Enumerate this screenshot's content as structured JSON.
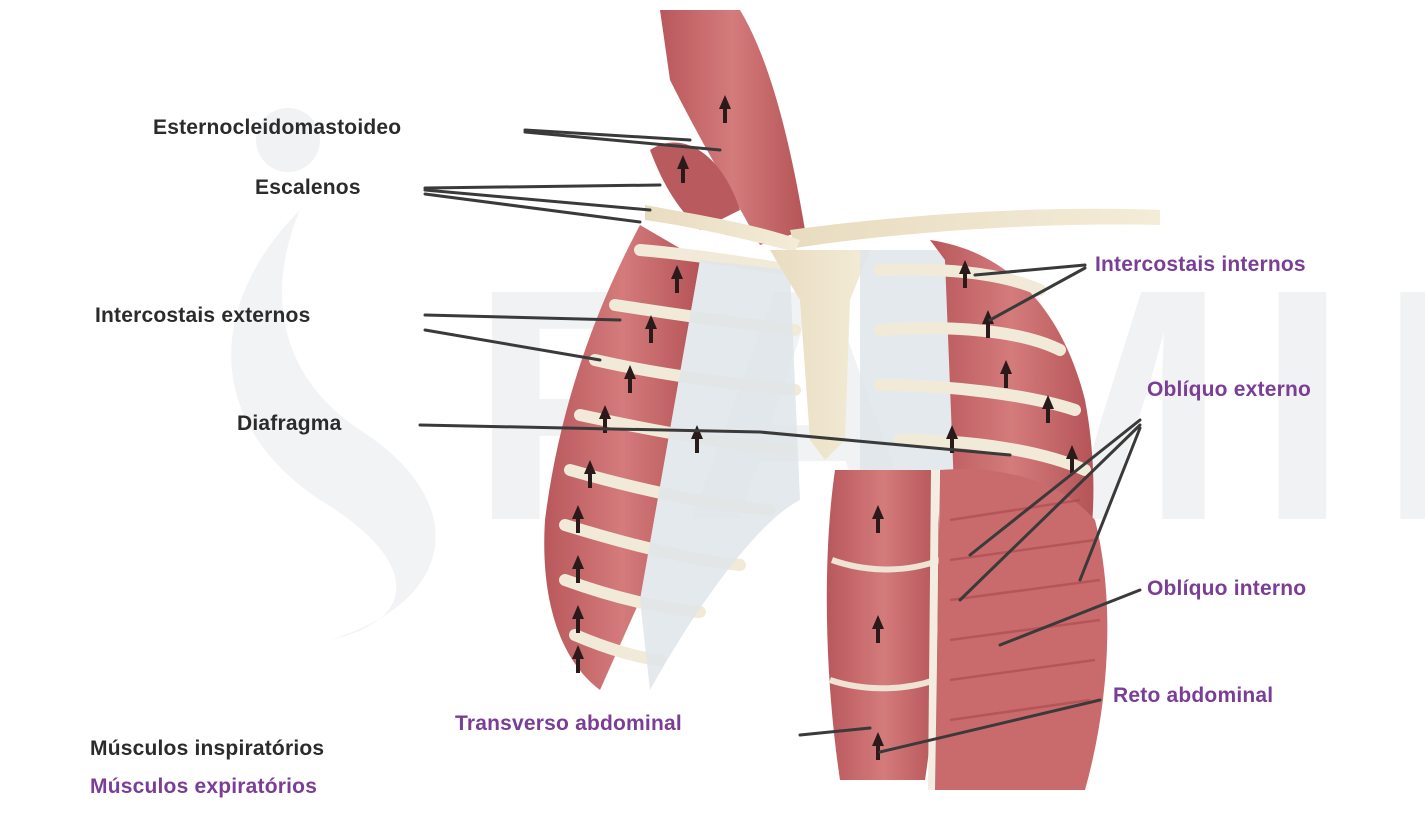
{
  "labels": {
    "esternocleidomastoideo": "Esternocleidomastoideo",
    "escalenos": "Escalenos",
    "intercostais_externos": "Intercostais externos",
    "diafragma": "Diafragma",
    "intercostais_internos": "Intercostais internos",
    "obliquo_externo": "Oblíquo externo",
    "obliquo_interno": "Oblíquo interno",
    "reto_abdominal": "Reto abdominal",
    "transverso_abdominal": "Transverso abdominal"
  },
  "legend": {
    "inspiratory": "Músculos inspiratórios",
    "expiratory": "Músculos expiratórios"
  },
  "watermark": "FAMINA",
  "colors": {
    "inspiratory_text": "#2b2b2b",
    "expiratory_text": "#7a3e97",
    "muscle": "#c7686b",
    "bone": "#efe6cf",
    "cartilage": "#dfe5ea"
  }
}
